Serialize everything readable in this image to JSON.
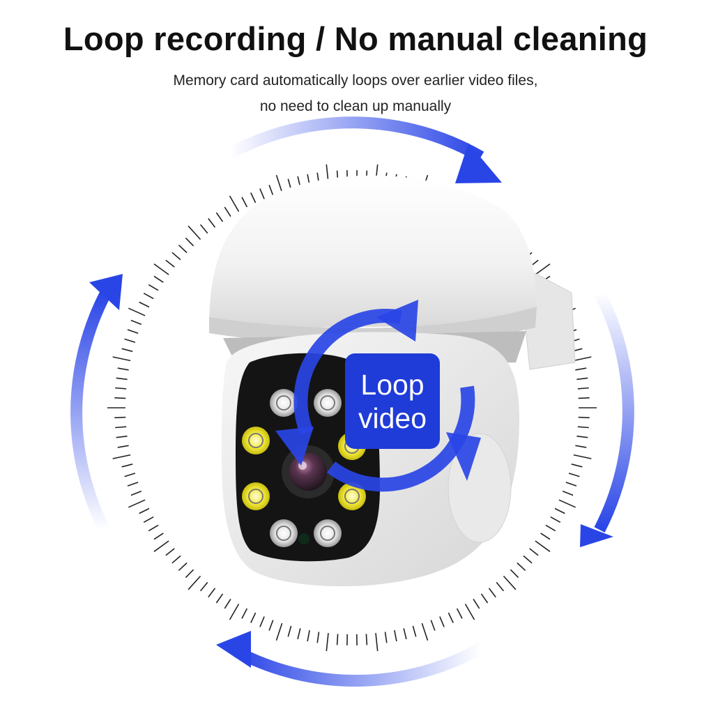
{
  "header": {
    "title": "Loop recording / No manual cleaning",
    "subtitle_line1": "Memory card automatically loops over earlier video files,",
    "subtitle_line2": "no need to clean up manually"
  },
  "badge": {
    "line1": "Loop",
    "line2": "video"
  },
  "colors": {
    "accent": "#2a45e6",
    "badge_bg": "#1f3bd8",
    "led_yellow": "#f2ea3a",
    "led_white": "#e4e4e4",
    "lens": "#3a2a35"
  },
  "icons": [
    "circular-arrows-icon",
    "security-camera-icon",
    "loop-arrows-icon"
  ]
}
